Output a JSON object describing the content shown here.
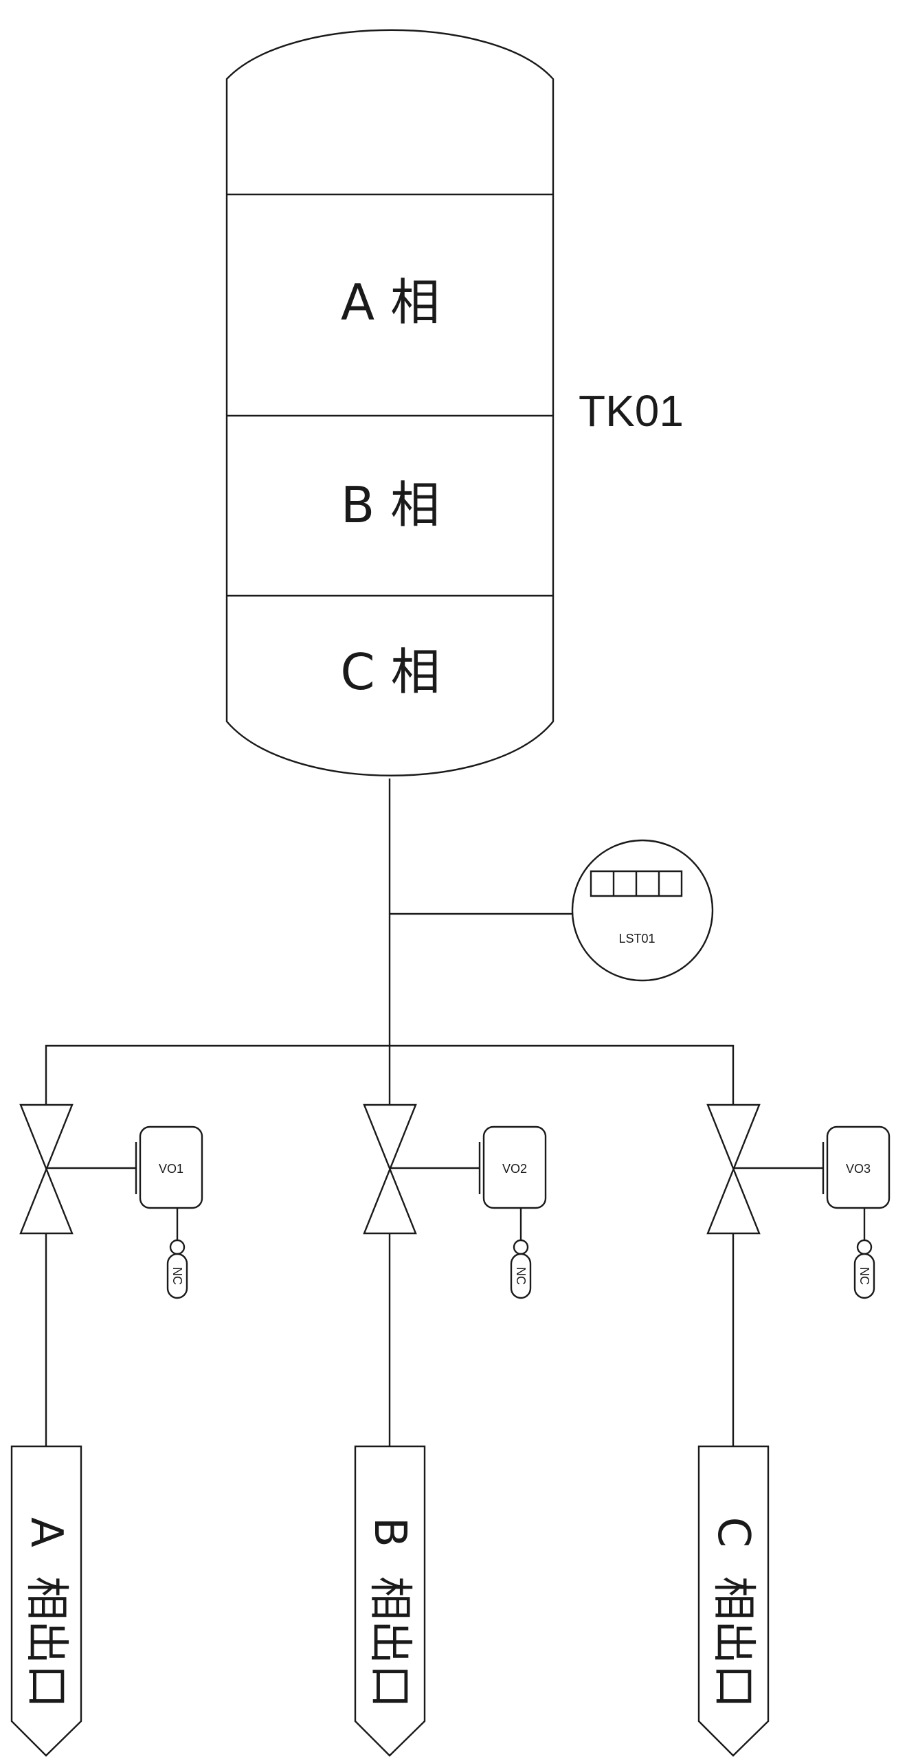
{
  "tank": {
    "tag": "TK01",
    "phases": [
      "A 相",
      "B 相",
      "C 相"
    ]
  },
  "level_transmitter": {
    "tag": "LST01"
  },
  "valves": [
    {
      "tag": "VO1",
      "fail_position": "NC"
    },
    {
      "tag": "VO2",
      "fail_position": "NC"
    },
    {
      "tag": "VO3",
      "fail_position": "NC"
    }
  ],
  "outlets": [
    {
      "letter": "A",
      "label": "相出口"
    },
    {
      "letter": "B",
      "label": "相出口"
    },
    {
      "letter": "C",
      "label": "相出口"
    }
  ]
}
